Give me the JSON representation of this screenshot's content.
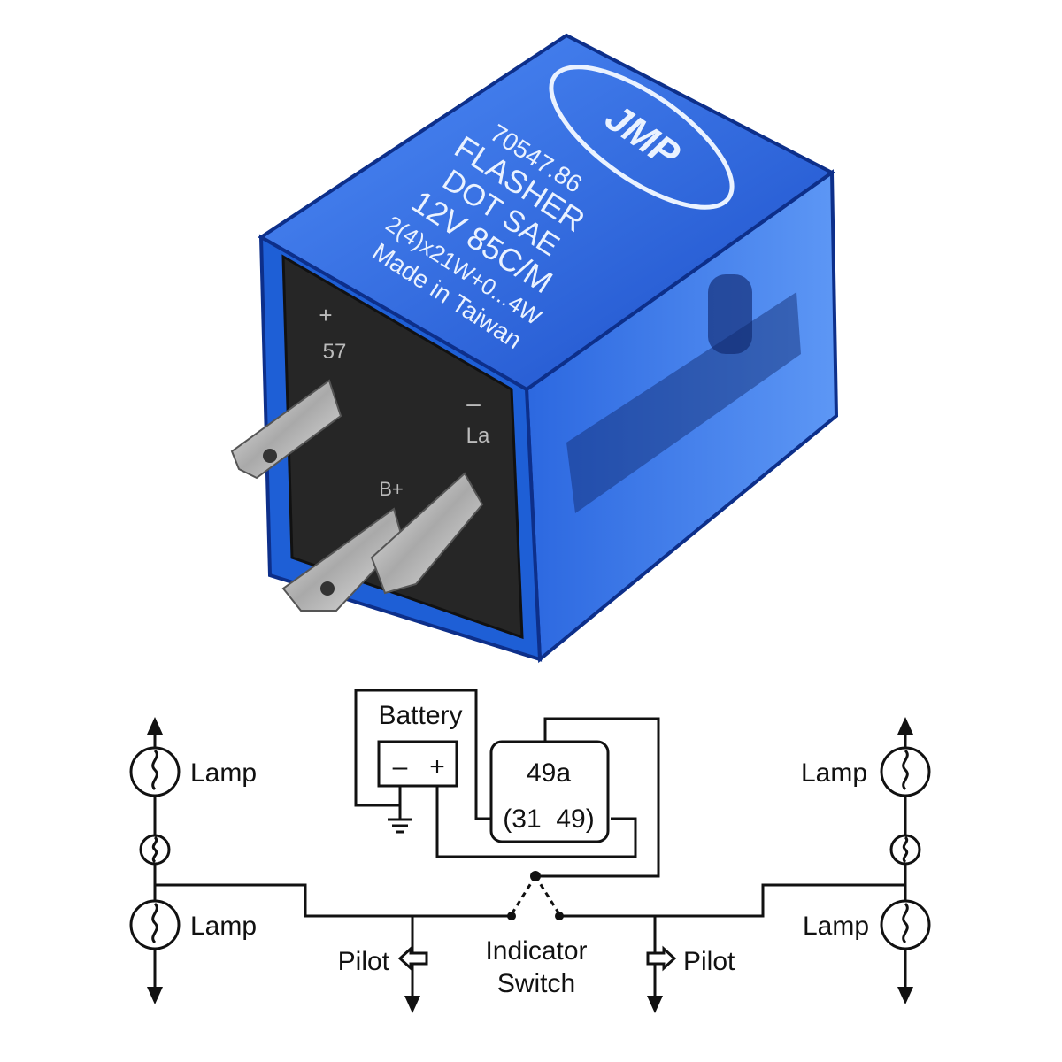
{
  "product": {
    "brand": "JMP",
    "part_number": "70547.86",
    "name": "FLASHER",
    "standard": "DOT SAE",
    "voltage": "12V",
    "rating": "85C/M",
    "load": "2(4)x21W+0...4W",
    "origin": "Made in Taiwan",
    "terminal_plus": "+",
    "terminal_plus_code": "57",
    "terminal_minus": "–",
    "terminal_l": "La",
    "terminal_b": "B+"
  },
  "diagram": {
    "battery_label": "Battery",
    "battery_minus": "–",
    "battery_plus": "+",
    "relay_top": "49a",
    "relay_bottom": "(31  49)",
    "lamp_top_left": "Lamp",
    "lamp_bottom_left": "Lamp",
    "lamp_top_right": "Lamp",
    "lamp_bottom_right": "Lamp",
    "pilot_left": "Pilot",
    "pilot_right": "Pilot",
    "switch_line1": "Indicator",
    "switch_line2": "Switch"
  },
  "colors": {
    "housing": "#1e5fd6",
    "housing_dark": "#0d2f8a",
    "base": "#2a2a2a",
    "terminal": "#c9c9c9"
  }
}
